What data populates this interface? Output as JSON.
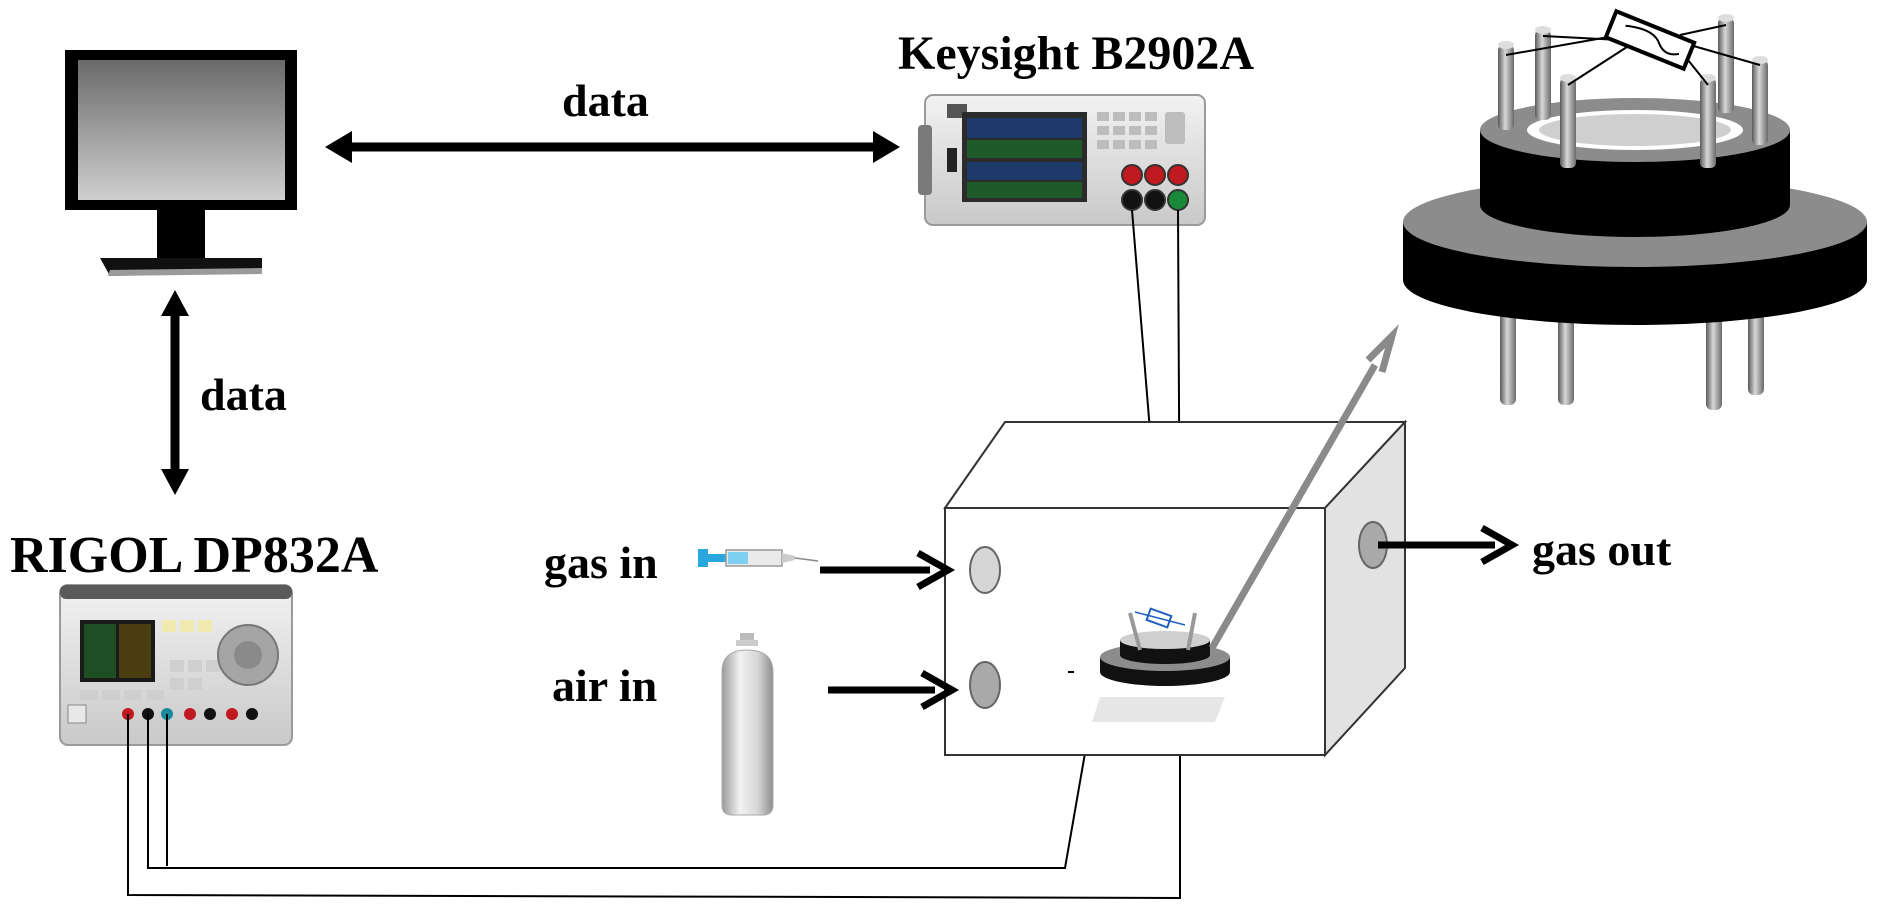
{
  "labels": {
    "keysight": "Keysight B2902A",
    "rigol": "RIGOL DP832A",
    "data_top": "data",
    "data_left": "data",
    "gas_in": "gas in",
    "air_in": "air in",
    "gas_out": "gas out"
  },
  "colors": {
    "arrow": "#000000",
    "pointer_arrow": "#8a8a8a",
    "chamber_fill": "#ffffff",
    "chamber_side": "#e2e2e2",
    "socket_dark": "#111111",
    "socket_ring": "#8c8c8c",
    "pin": "#8e8e8e",
    "terminal_red": "#c0191f",
    "terminal_green": "#1a8a3a",
    "syringe_blue": "#29a8e0"
  },
  "icons": {
    "monitor": "computer-monitor-icon",
    "keysight": "source-measure-unit-icon",
    "rigol": "dc-power-supply-icon",
    "syringe": "syringe-icon",
    "cylinder": "gas-cylinder-icon",
    "socket": "sensor-socket-icon"
  }
}
